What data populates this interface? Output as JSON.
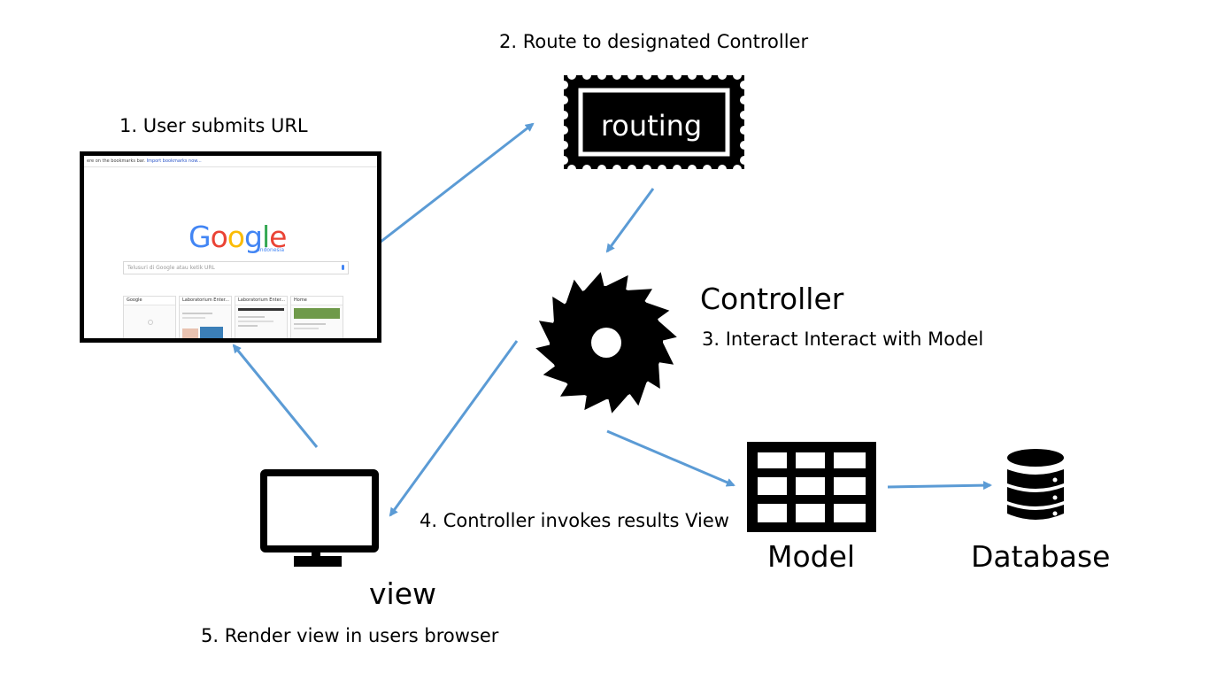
{
  "diagram": {
    "steps": {
      "s1": "1. User submits URL",
      "s2": "2. Route to designated Controller",
      "s3": "3. Interact Interact with Model",
      "s4": "4. Controller invokes results View",
      "s5": "5. Render view in users browser"
    },
    "labels": {
      "routing": "routing",
      "controller": "Controller",
      "model": "Model",
      "database": "Database",
      "view": "view"
    },
    "browser": {
      "bookmarks_text": "ere on the bookmarks bar.",
      "import_link": "Import bookmarks now...",
      "logo_letters": [
        "G",
        "o",
        "o",
        "g",
        "l",
        "e"
      ],
      "logo_colors": [
        "#4285f4",
        "#ea4335",
        "#fbbc05",
        "#4285f4",
        "#34a853",
        "#ea4335"
      ],
      "logo_sub": "Indonesia",
      "search_placeholder": "Telusuri di Google atau ketik URL",
      "tiles": [
        "Google",
        "Laboratorium Enter...",
        "Laboratorium Enter...",
        "Home"
      ]
    },
    "colors": {
      "arrow": "#5b9bd5",
      "icon": "#000000"
    },
    "icons": {
      "browser": "browser-window-icon",
      "routing": "routing-stamp-icon",
      "controller": "gear-icon",
      "model": "table-grid-icon",
      "database": "database-icon",
      "view": "monitor-icon"
    }
  }
}
